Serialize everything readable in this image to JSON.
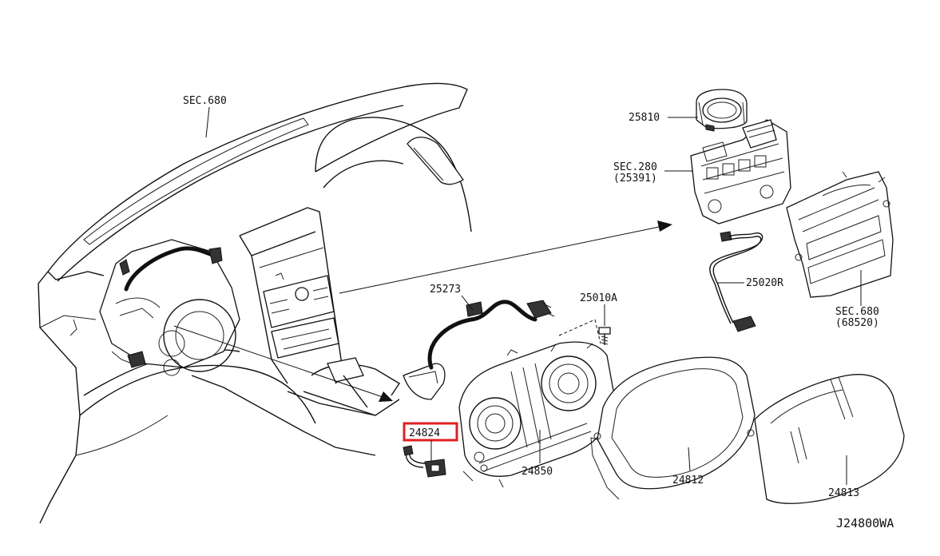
{
  "diagram": {
    "highlight_color": "#e02020",
    "line_color": "#111111",
    "labels": {
      "sec680_top": "SEC.680",
      "p25810": "25810",
      "sec280": "SEC.280",
      "sec280_sub": "(25391)",
      "p25273": "25273",
      "p25010a": "25010A",
      "p25020r": "25020R",
      "sec680_right": "SEC.680",
      "sec680_right_sub": "(68520)",
      "p24824": "24824",
      "p24850": "24850",
      "p24812": "24812",
      "p24813": "24813",
      "drawing_code": "J24800WA"
    }
  }
}
